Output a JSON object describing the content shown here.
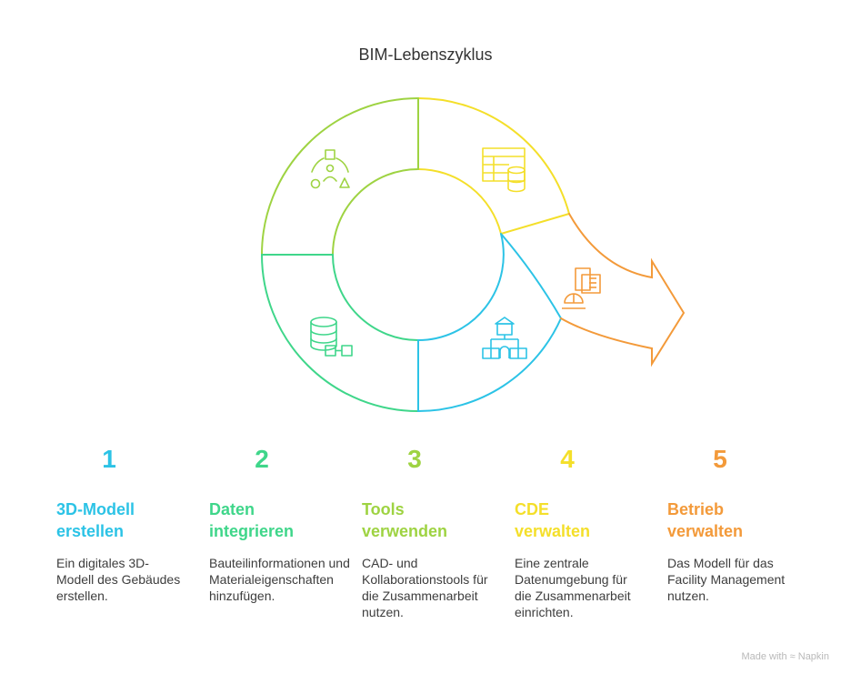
{
  "title": "BIM-Lebenszyklus",
  "steps": [
    {
      "number": "1",
      "heading": "3D-Modell erstellen",
      "description": "Ein digitales 3D-Modell des Gebäudes erstellen.",
      "color": "#2CC3E6",
      "icon": "people-shapes-icon"
    },
    {
      "number": "2",
      "heading": "Daten integrieren",
      "description": "Bauteilinformationen und Materialeigenschaften hinzufügen.",
      "color": "#3FD68A",
      "icon": "database-connect-icon"
    },
    {
      "number": "3",
      "heading": "Tools verwenden",
      "description": "CAD- und Kollaborationstools für die Zusammenarbeit nutzen.",
      "color": "#9ED342",
      "icon": "building-network-icon"
    },
    {
      "number": "4",
      "heading": "CDE verwalten",
      "description": "Eine zentrale Datenumgebung für die Zusammenarbeit einrichten.",
      "color": "#F4DF2A",
      "icon": "table-database-icon"
    },
    {
      "number": "5",
      "heading": "Betrieb verwalten",
      "description": "Das Modell für das Facility Management nutzen.",
      "color": "#F39A3A",
      "icon": "hardhat-building-icon"
    }
  ],
  "footer": {
    "made_with": "Made with",
    "brand": "Napkin"
  }
}
